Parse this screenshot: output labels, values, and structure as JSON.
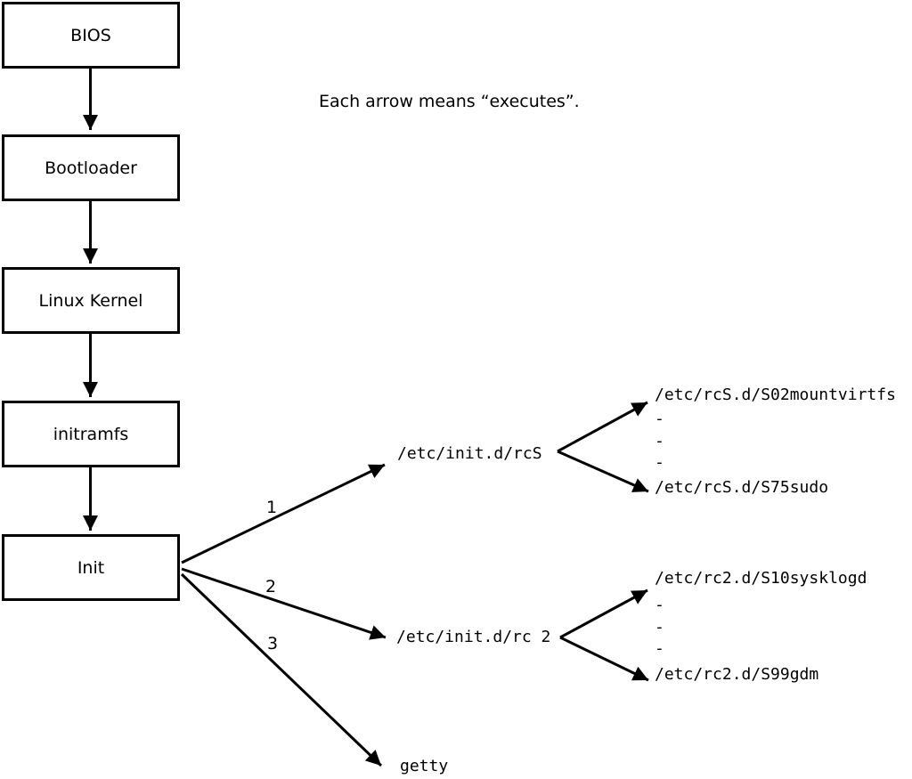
{
  "note": "Each arrow means “executes”.",
  "boxes": [
    {
      "label": "BIOS"
    },
    {
      "label": "Bootloader"
    },
    {
      "label": "Linux Kernel"
    },
    {
      "label": "initramfs"
    },
    {
      "label": "Init"
    }
  ],
  "init_branches": [
    {
      "order": "1",
      "target": "/etc/init.d/rcS"
    },
    {
      "order": "2",
      "target": "/etc/init.d/rc 2"
    },
    {
      "order": "3",
      "target": "getty"
    }
  ],
  "rcS_dir": {
    "first_script": "/etc/rcS.d/S02mountvirtfs",
    "ellipsis_dash": "-",
    "last_script": "/etc/rcS.d/S75sudo"
  },
  "rc2_dir": {
    "first_script": "/etc/rc2.d/S10sysklogd",
    "ellipsis_dash": "-",
    "last_script": "/etc/rc2.d/S99gdm"
  },
  "colors": {
    "line": "#000000",
    "background": "#ffffff"
  }
}
